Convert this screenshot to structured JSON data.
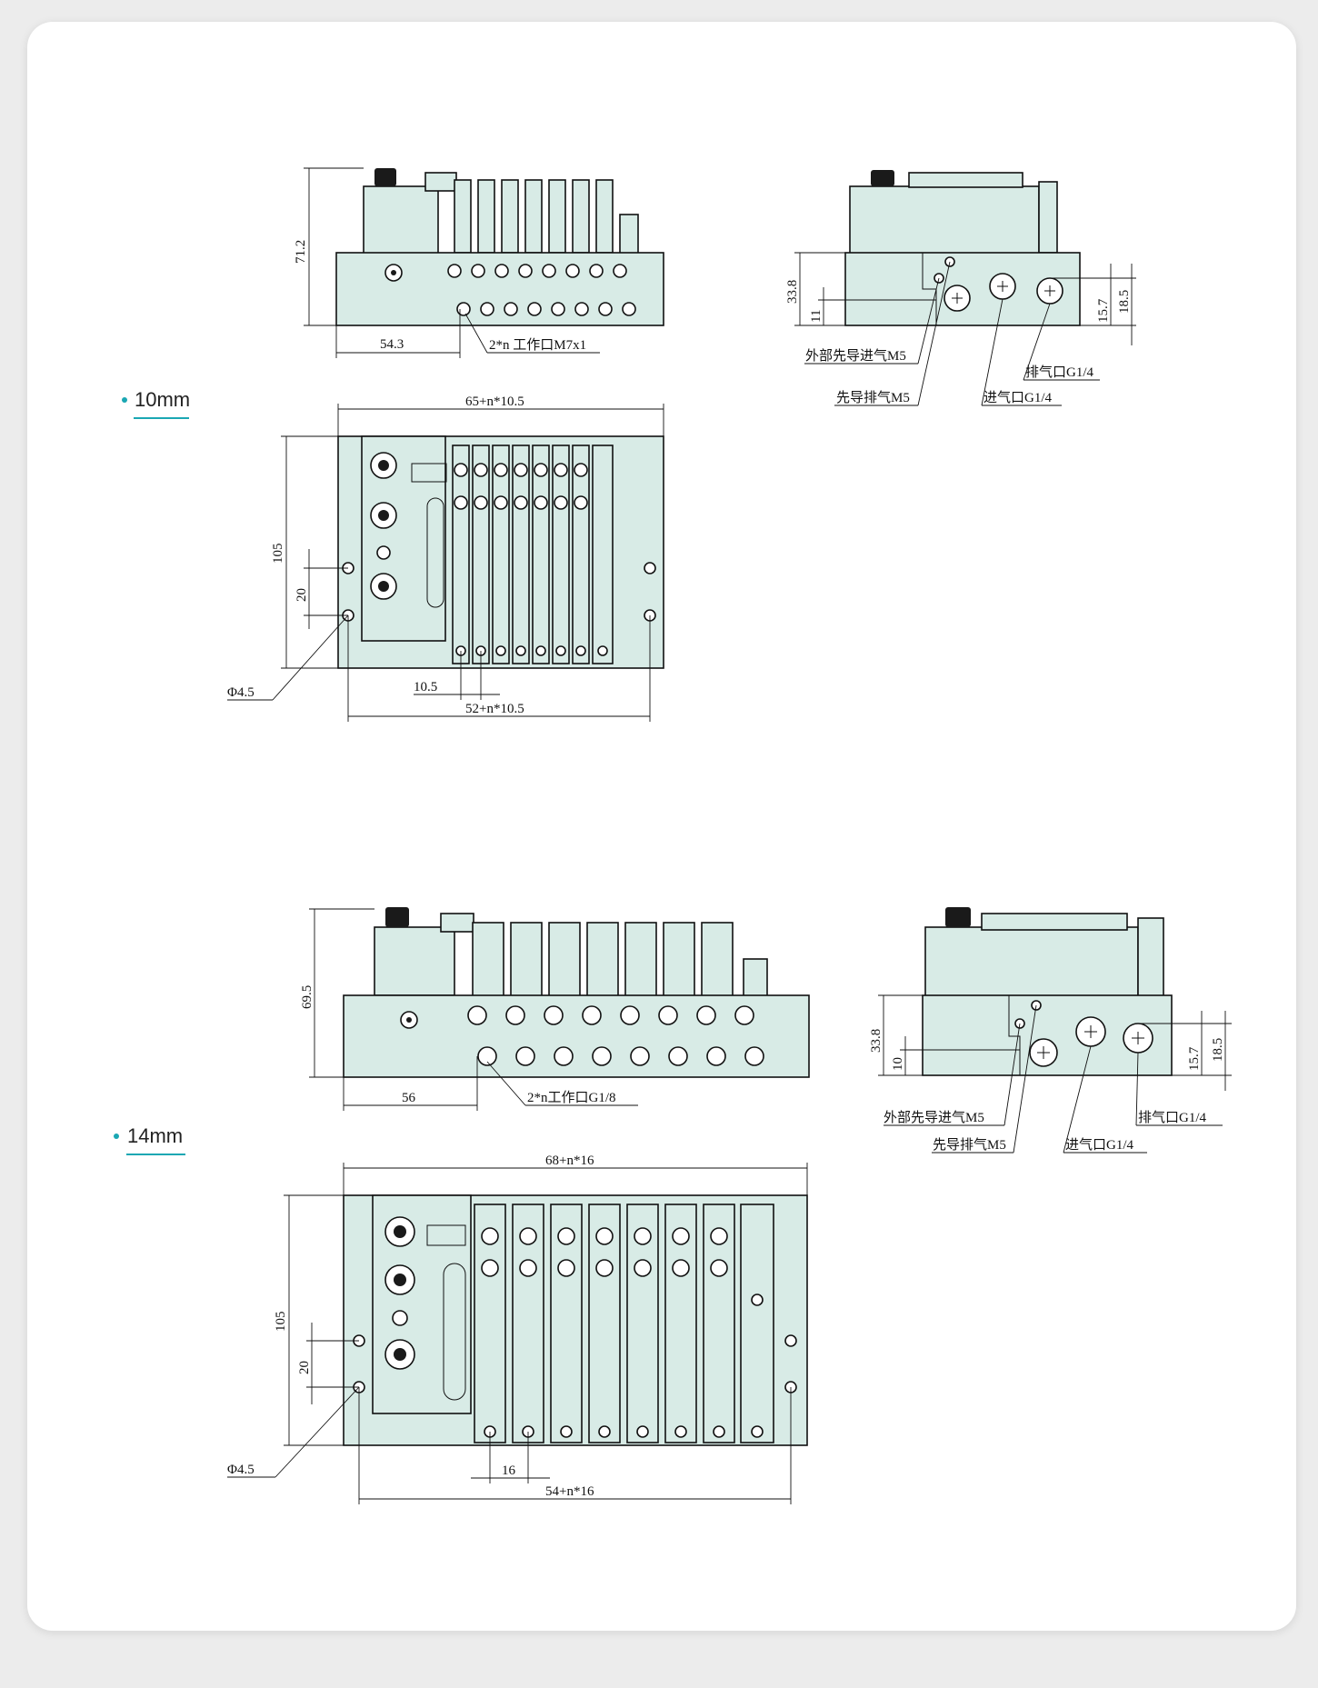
{
  "sections": {
    "s10": {
      "title": "10mm"
    },
    "s14": {
      "title": "14mm"
    }
  },
  "accent": "#1aa7b3",
  "body_fill": "#d8ebe6",
  "dims10": {
    "front_height": "71.2",
    "front_offset": "54.3",
    "front_ports": "2*n  工作口M7x1",
    "side_height": "33.8",
    "side_low": "11",
    "side_r1": "15.7",
    "side_r2": "18.5",
    "ext_pilot": "外部先导进气M5",
    "pilot_exhaust": "先导排气M5",
    "exhaust": "排气口G1/4",
    "intake": "进气口G1/4",
    "top_width": "65+n*10.5",
    "top_height": "105",
    "top_hole_gap": "20",
    "hole_dia": "Φ4.5",
    "pitch": "10.5",
    "bottom_width": "52+n*10.5"
  },
  "dims14": {
    "front_height": "69.5",
    "front_offset": "56",
    "front_ports": "2*n工作口G1/8",
    "side_height": "33.8",
    "side_low": "10",
    "side_r1": "15.7",
    "side_r2": "18.5",
    "ext_pilot": "外部先导进气M5",
    "pilot_exhaust": "先导排气M5",
    "exhaust": "排气口G1/4",
    "intake": "进气口G1/4",
    "top_width": "68+n*16",
    "top_height": "105",
    "top_hole_gap": "20",
    "hole_dia": "Φ4.5",
    "pitch": "16",
    "bottom_width": "54+n*16"
  }
}
